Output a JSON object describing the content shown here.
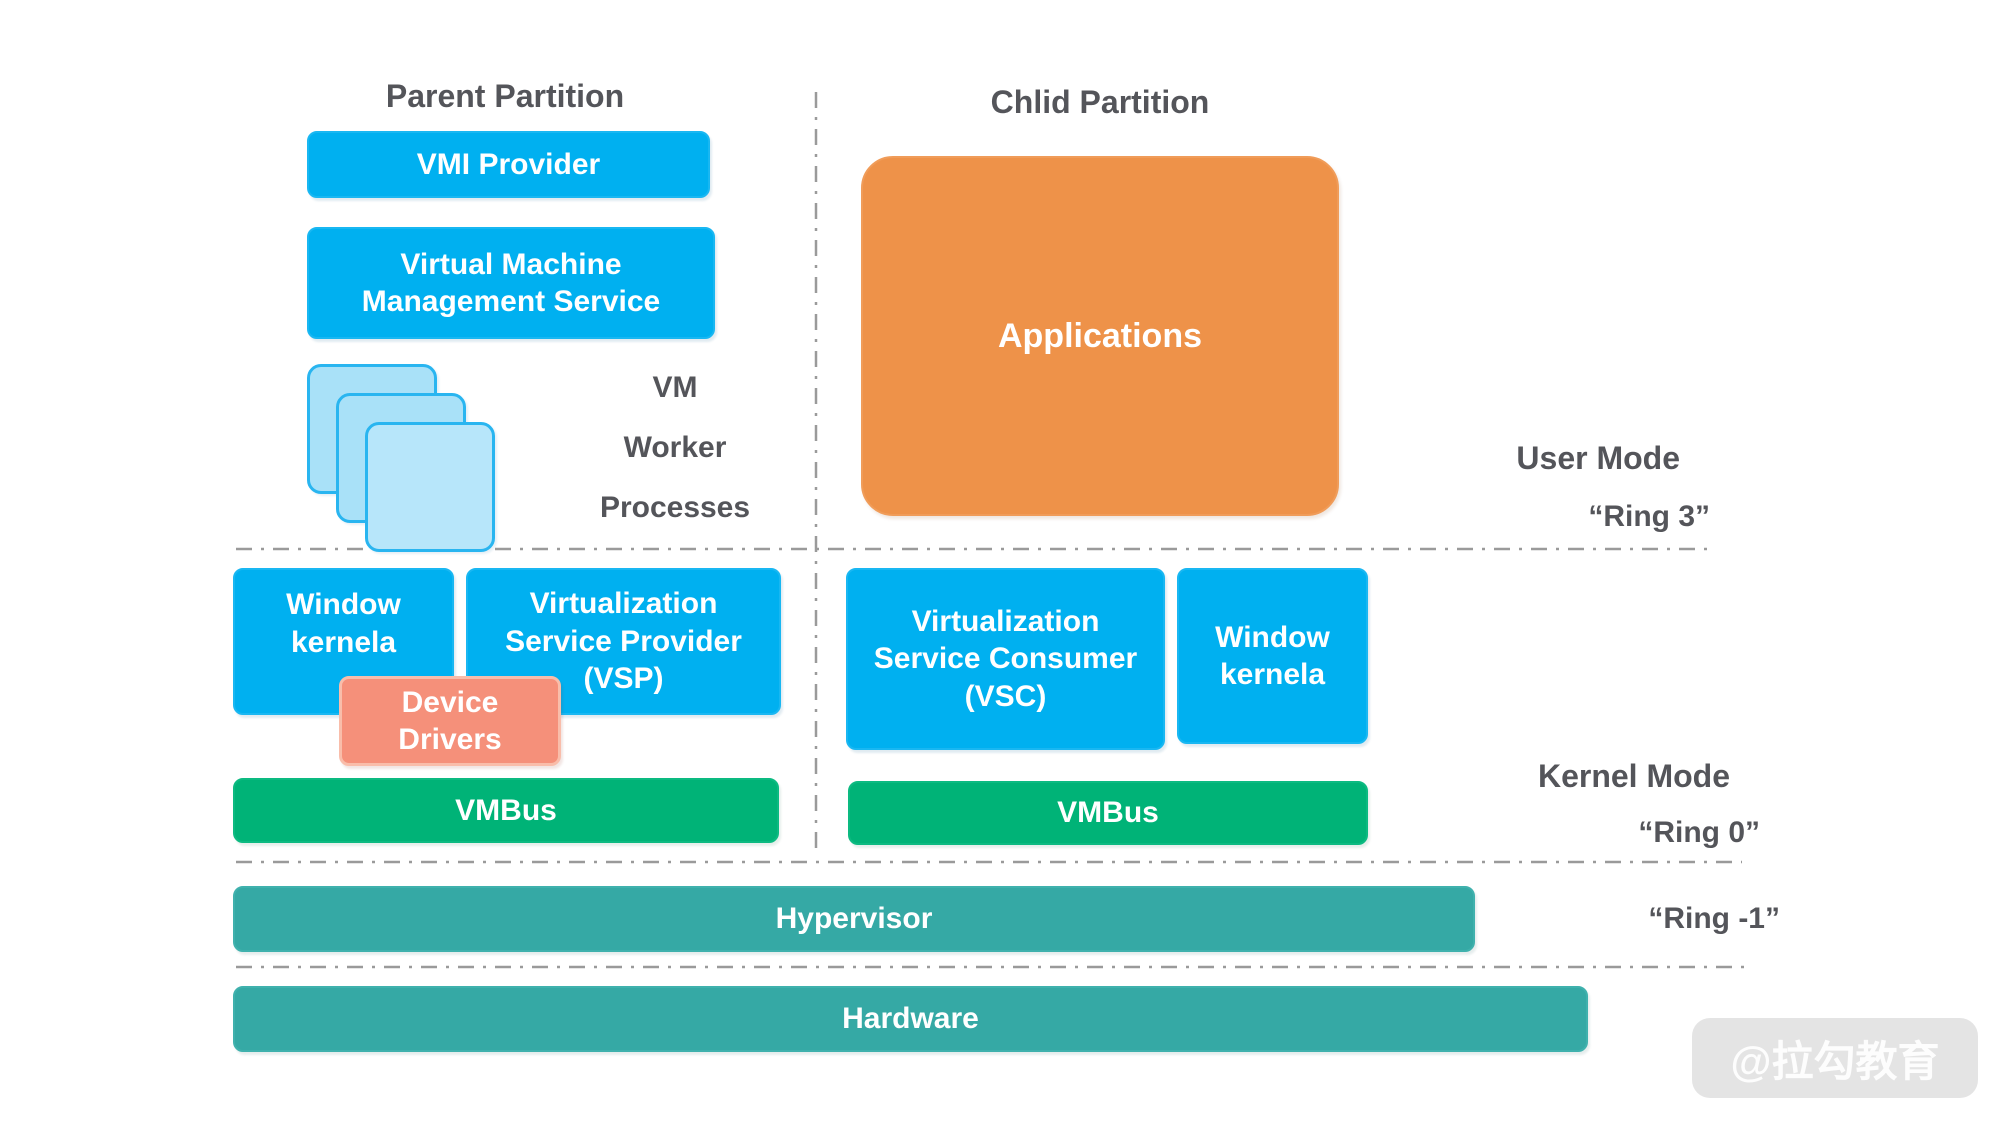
{
  "colors": {
    "blue_box": "#00b0f0",
    "orange_box": "#ee9249",
    "salmon_box": "#f5907a",
    "green_box": "#00b377",
    "teal_box": "#35a9a5",
    "light_blue_square": "#a9e1f8",
    "label_text": "#54555a",
    "dash_line": "#9a9a9a"
  },
  "sections": {
    "parent_partition": "Parent Partition",
    "child_partition": "Chlid Partition"
  },
  "mode_labels": {
    "user_mode": "User Mode",
    "ring3": "“Ring 3”",
    "kernel_mode": "Kernel Mode",
    "ring0": "“Ring 0”",
    "ring_minus1": "“Ring -1”"
  },
  "vm_worker": {
    "line1": "VM",
    "line2": "Worker",
    "line3": "Processes"
  },
  "boxes": {
    "vmi_provider": "VMI Provider",
    "vmms": "Virtual Machine Management Service",
    "applications": "Applications",
    "window_kernel_left": "Window kernela",
    "vsp": "Virtualization Service Provider (VSP)",
    "device_drivers": "Device Drivers",
    "vsc": "Virtualization Service Consumer (VSC)",
    "window_kernel_right": "Window kernela",
    "vmbus_left": "VMBus",
    "vmbus_right": "VMBus",
    "hypervisor": "Hypervisor",
    "hardware": "Hardware"
  },
  "watermark": "@拉勾教育"
}
